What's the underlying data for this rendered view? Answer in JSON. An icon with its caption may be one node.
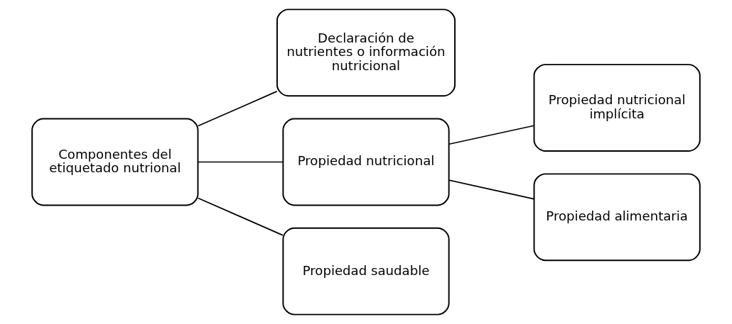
{
  "diagram": {
    "nodes": [
      {
        "text": [
          "Componentes del etiquetado nutrional"
        ]
      },
      {
        "text": [
          "Declaración de nutrientes o información nutricional"
        ]
      },
      {
        "text": [
          "Propiedad nutricional"
        ]
      },
      {
        "text": [
          "Propiedad saudable"
        ]
      },
      {
        "text": [
          "Propiedad nutricional implícita"
        ]
      },
      {
        "text": [
          "Propiedad alimentaria"
        ]
      }
    ],
    "edges": [
      {
        "from": 0,
        "to": 1,
        "arrow": "none"
      },
      {
        "from": 0,
        "to": 2,
        "arrow": "none"
      },
      {
        "from": 0,
        "to": 3,
        "arrow": "none"
      },
      {
        "from": 2,
        "to": 4,
        "arrow": "none"
      },
      {
        "from": 2,
        "to": 5,
        "arrow": "none"
      }
    ]
  }
}
